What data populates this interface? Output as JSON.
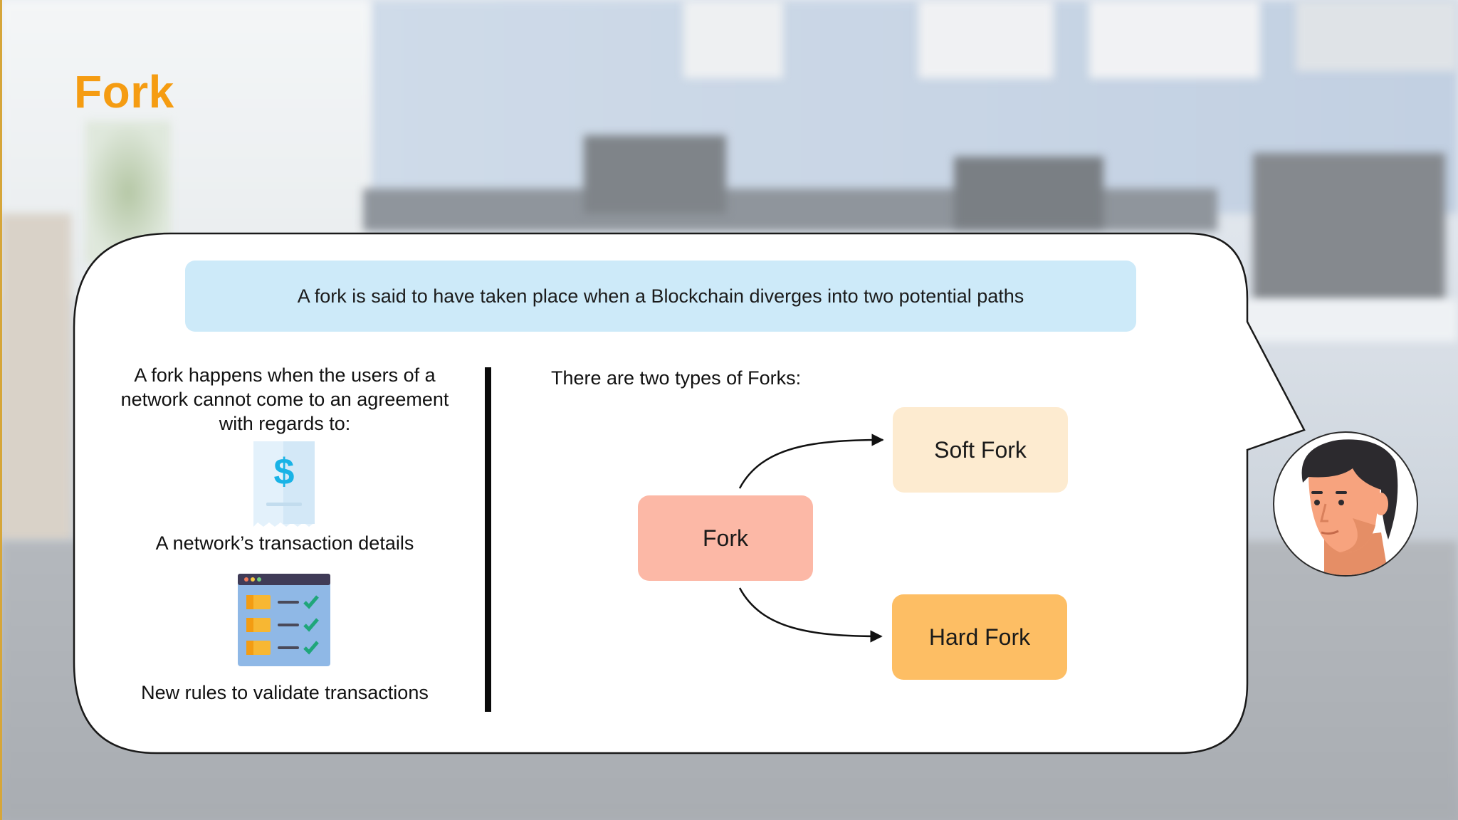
{
  "slide": {
    "title": "Fork",
    "banner_text": "A fork is said to have taken place when a Blockchain diverges into two potential paths",
    "left_intro": "A fork happens when the users of a network cannot come to an agreement with regards to:",
    "items": [
      {
        "label": "A network’s transaction details",
        "icon": "receipt-dollar-icon"
      },
      {
        "label": "New rules to validate transactions",
        "icon": "checklist-window-icon"
      }
    ],
    "types_heading": "There are two types of Forks:",
    "diagram": {
      "center": "Fork",
      "top": "Soft Fork",
      "bottom": "Hard Fork"
    },
    "avatar_icon": "presenter-avatar-icon"
  },
  "colors": {
    "title": "#f59c12",
    "banner": "#cdeaf9",
    "fork_box": "#fcb8a6",
    "soft_fork_box": "#fdebd0",
    "hard_fork_box": "#fdbe64"
  }
}
